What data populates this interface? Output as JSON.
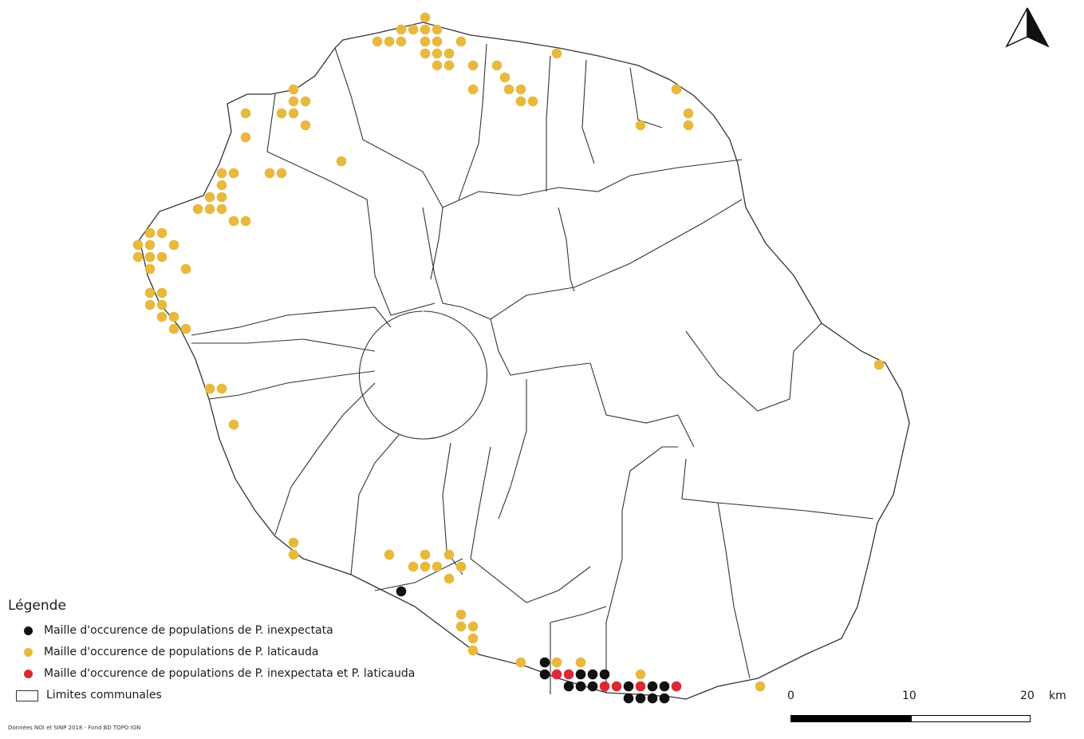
{
  "legend": {
    "title": "Légende",
    "items": [
      {
        "label": "Maille d'occurence de populations de P. inexpectata",
        "color": "#111111"
      },
      {
        "label": "Maille d'occurence de populations de P. laticauda",
        "color": "#e8b93d"
      },
      {
        "label": "Maille d'occurence de populations de P. inexpectata et P. laticauda",
        "color": "#d92a35"
      }
    ],
    "boundary_label": "Limites communales"
  },
  "credit": "Données NOI et SINP 2018 - Fond BD TOPO IGN",
  "scale": {
    "ticks": [
      "0",
      "10",
      "20"
    ],
    "unit": "km"
  },
  "north_arrow_icon": "north-arrow-icon",
  "colors": {
    "inexpectata": "#111111",
    "laticauda": "#e8b93d",
    "both": "#d92a35",
    "boundary": "#333333"
  }
}
